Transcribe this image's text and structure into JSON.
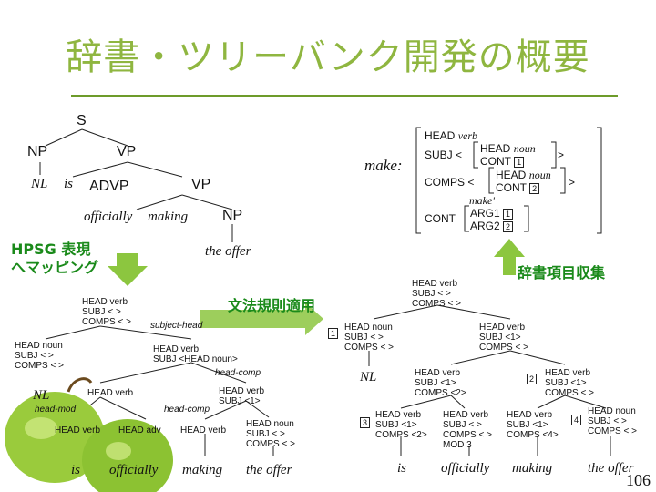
{
  "title": "辞書・ツリーバンク開発の概要",
  "labels": {
    "hpsg": "HPSG 表現\nへマッピング",
    "rules": "文法規則適用",
    "lexicon": "辞書項目収集",
    "page_number": "106"
  },
  "top_tree": {
    "S": "S",
    "NP": "NP",
    "VP1": "VP",
    "NL": "NL",
    "is": "is",
    "ADVP": "ADVP",
    "VP2": "VP",
    "officially": "officially",
    "making": "making",
    "NP2": "NP",
    "the_offer": "the offer"
  },
  "make_entry": {
    "head_word": "make:",
    "head": "HEAD",
    "head_val": "verb",
    "subj": "SUBJ <",
    "subj_head": "HEAD",
    "subj_head_val": "noun",
    "subj_cont": "CONT",
    "subj_tag": "1",
    "comps": "COMPS <",
    "comps_head": "HEAD",
    "comps_head_val": "noun",
    "comps_cont": "CONT",
    "comps_tag": "2",
    "close": ">",
    "cont": "CONT",
    "rel": "make'",
    "arg1": "ARG1",
    "arg1_tag": "1",
    "arg2": "ARG2",
    "arg2_tag": "2"
  },
  "left_tree": {
    "root": [
      "HEAD verb",
      "SUBJ < >",
      "COMPS < >"
    ],
    "subject_head": "subject-head",
    "np": [
      "HEAD noun",
      "SUBJ < >",
      "COMPS < >"
    ],
    "vp": [
      "HEAD verb",
      "SUBJ <HEAD noun>"
    ],
    "head_comp": "head-comp",
    "nl": "NL",
    "head_verb": "HEAD verb",
    "head_mod": "head-mod",
    "vp2": [
      "HEAD verb",
      "SUBJ <1>"
    ],
    "head_comp2": "head-comp",
    "leaf_verb": "HEAD verb",
    "leaf_adv": "HEAD adv",
    "leaf_verb2": "HEAD verb",
    "leaf_noun": [
      "HEAD noun",
      "SUBJ < >",
      "COMPS < >"
    ],
    "words": [
      "is",
      "officially",
      "making",
      "the offer"
    ]
  },
  "right_tree": {
    "root": [
      "HEAD verb",
      "SUBJ < >",
      "COMPS < >"
    ],
    "np": [
      "HEAD noun",
      "SUBJ < >",
      "COMPS < >"
    ],
    "vp": [
      "HEAD verb",
      "SUBJ <1>",
      "COMPS < >"
    ],
    "nl": "NL",
    "mid_left": [
      "HEAD verb",
      "SUBJ <1>",
      "COMPS <2>"
    ],
    "mid_right": [
      "HEAD verb",
      "SUBJ <1>",
      "COMPS < >"
    ],
    "leaf1": [
      "HEAD verb",
      "SUBJ <1>",
      "COMPS <2>"
    ],
    "leaf2": [
      "HEAD verb",
      "SUBJ < >",
      "COMPS < >",
      "MOD 3"
    ],
    "leaf3": [
      "HEAD verb",
      "SUBJ <1>",
      "COMPS <4>"
    ],
    "leaf4": [
      "HEAD noun",
      "SUBJ < >",
      "COMPS < >"
    ],
    "tags": {
      "t1": "1",
      "t2": "2",
      "t3": "3",
      "t4": "4"
    },
    "words": [
      "is",
      "officially",
      "making",
      "the offer"
    ]
  },
  "colors": {
    "title": "#8fb640",
    "accent": "#1a8a1a",
    "arrow": "#8cc63f"
  }
}
